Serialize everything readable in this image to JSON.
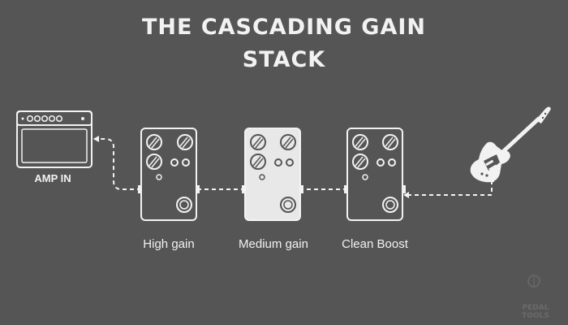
{
  "title": {
    "line1": "THE CASCADING GAIN",
    "line2": "STACK"
  },
  "amp": {
    "label": "AMP IN",
    "icon": "amplifier-icon"
  },
  "pedals": [
    {
      "label": "High gain",
      "color": "#555555"
    },
    {
      "label": "Medium gain",
      "color": "#e8e8e8"
    },
    {
      "label": "Clean Boost",
      "color": "#555555"
    }
  ],
  "guitar": {
    "icon": "electric-guitar-icon"
  },
  "watermark": {
    "line1": "PEDAL",
    "line2": "TOOLS"
  },
  "colors": {
    "background": "#555555",
    "line": "#f2f2f2",
    "light_fill": "#e8e8e8"
  }
}
